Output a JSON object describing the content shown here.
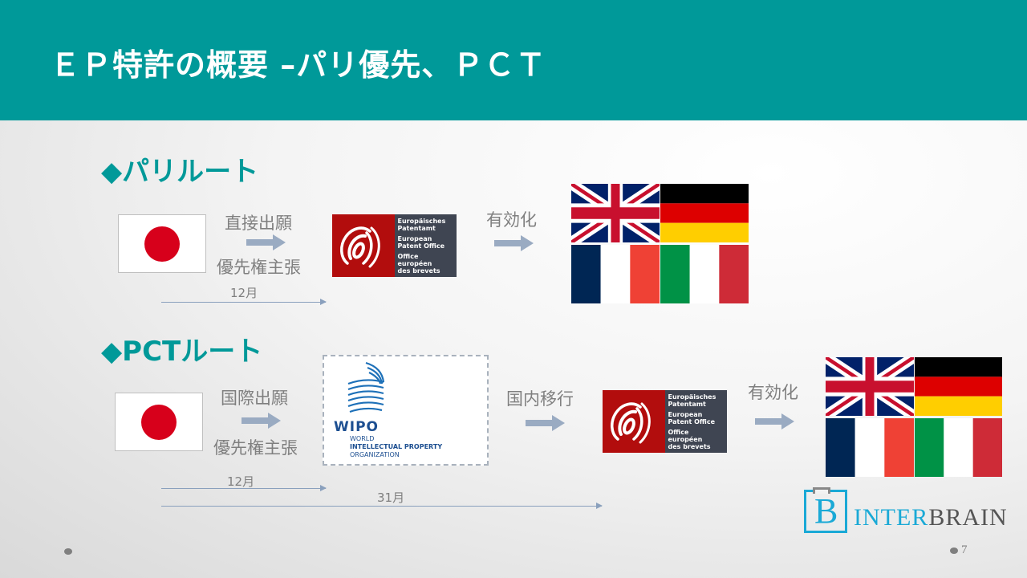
{
  "title": "ＥＰ特許の概要 –パリ優先、ＰＣＴ",
  "paris": {
    "heading": "◆パリルート",
    "step1_top": "直接出願",
    "step1_bottom": "優先権主張",
    "step2": "有効化",
    "period": "12月"
  },
  "pct": {
    "heading": "◆PCTルート",
    "step1_top": "国際出願",
    "step1_bottom": "優先権主張",
    "step2": "国内移行",
    "step3": "有効化",
    "period1": "12月",
    "period2": "31月"
  },
  "epo": {
    "line1": "Europäisches",
    "line2": "Patentamt",
    "line3": "European",
    "line4": "Patent Office",
    "line5": "Office européen",
    "line6": "des brevets"
  },
  "wipo": {
    "name": "WIPO",
    "line1": "WORLD",
    "line2": "INTELLECTUAL PROPERTY",
    "line3": "ORGANIZATION"
  },
  "logo": {
    "part1": "INTER",
    "part2": "BRAIN"
  },
  "page_number": "7",
  "colors": {
    "accent": "#009999",
    "arrow": "#9aabc2",
    "logo_blue": "#1aa9d6"
  }
}
